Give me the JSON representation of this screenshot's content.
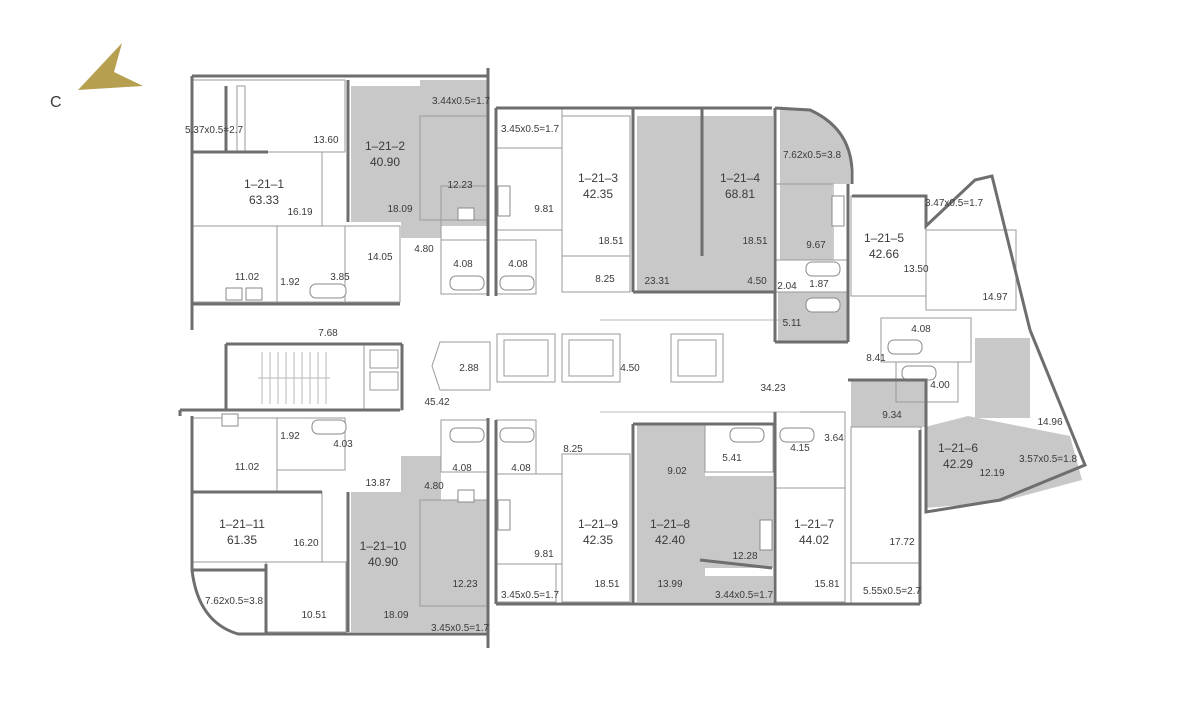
{
  "compass": {
    "label": "С",
    "color": "#b6a050"
  },
  "colors": {
    "apartment_fill": "#c8c8c8",
    "wall": "#6e6e6e",
    "grid": "#9a9a9a"
  },
  "apartments": [
    {
      "code": "1–21–1",
      "total": "63.33"
    },
    {
      "code": "1–21–2",
      "total": "40.90"
    },
    {
      "code": "1–21–3",
      "total": "42.35"
    },
    {
      "code": "1–21–4",
      "total": "68.81"
    },
    {
      "code": "1–21–5",
      "total": "42.66"
    },
    {
      "code": "1–21–6",
      "total": "42.29"
    },
    {
      "code": "1–21–7",
      "total": "44.02"
    },
    {
      "code": "1–21–8",
      "total": "42.40"
    },
    {
      "code": "1–21–9",
      "total": "42.35"
    },
    {
      "code": "1–21–10",
      "total": "40.90"
    },
    {
      "code": "1–21–11",
      "total": "61.35"
    }
  ],
  "rooms": [
    "5.37x0.5=2.7",
    "13.60",
    "16.19",
    "11.02",
    "1.92",
    "3.85",
    "14.05",
    "3.44x0.5=1.7",
    "18.09",
    "12.23",
    "4.80",
    "4.08",
    "3.45x0.5=1.7",
    "9.81",
    "4.08",
    "18.51",
    "8.25",
    "23.31",
    "18.51",
    "4.50",
    "7.62x0.5=3.8",
    "9.67",
    "2.04",
    "1.87",
    "5.11",
    "3.47x0.5=1.7",
    "13.50",
    "14.97",
    "4.08",
    "8.41",
    "4.00",
    "9.34",
    "14.96",
    "12.19",
    "3.57x0.5=1.8",
    "7.68",
    "2.88",
    "4.50",
    "34.23",
    "45.42",
    "1.92",
    "4.03",
    "11.02",
    "13.87",
    "4.80",
    "16.20",
    "7.62x0.5=3.8",
    "10.51",
    "18.09",
    "3.45x0.5=1.7",
    "4.08",
    "12.23",
    "4.08",
    "9.81",
    "8.25",
    "3.45x0.5=1.7",
    "18.51",
    "9.02",
    "5.41",
    "13.99",
    "12.28",
    "3.44x0.5=1.7",
    "4.15",
    "3.64",
    "15.81",
    "17.72",
    "5.55x0.5=2.7"
  ]
}
